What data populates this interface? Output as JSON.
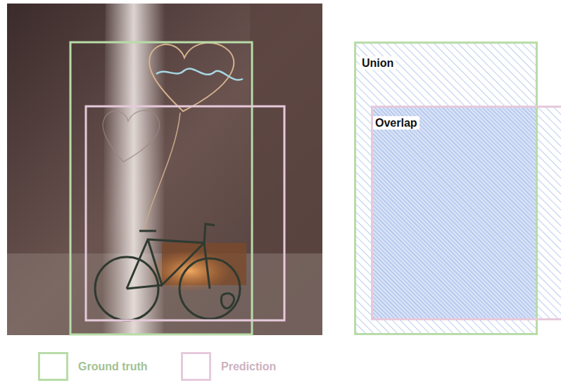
{
  "diagram": {
    "nodes": [
      {
        "text": [
          "Union"
        ]
      },
      {
        "text": [
          "Overlap"
        ]
      }
    ],
    "legend": [
      {
        "text": "Ground truth",
        "color": "#b8dca8"
      },
      {
        "text": "Prediction",
        "color": "#e6cadb"
      }
    ]
  }
}
